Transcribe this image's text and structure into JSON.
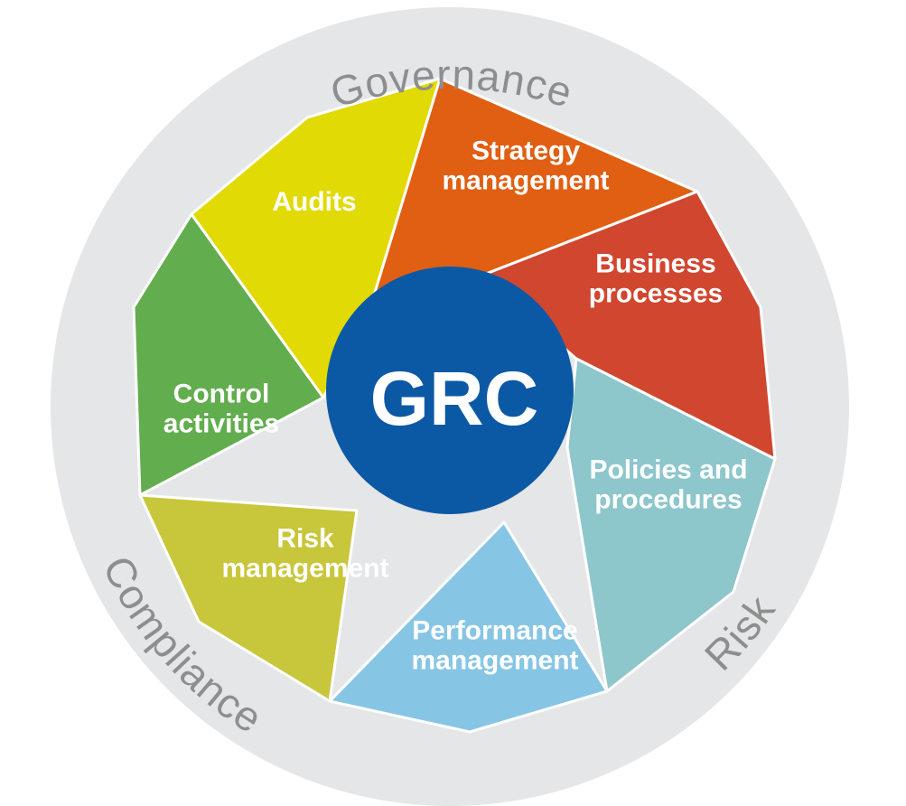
{
  "ring_labels": {
    "top": "Governance",
    "left": "Compliance",
    "right": "Risk"
  },
  "center": {
    "label": "GRC",
    "color": "#0B59A5"
  },
  "ring_color": "#E5E6E7",
  "segments": [
    {
      "lines": [
        "Strategy",
        "management"
      ],
      "color": "#E05F12"
    },
    {
      "lines": [
        "Business",
        "processes"
      ],
      "color": "#D1462F"
    },
    {
      "lines": [
        "Policies and",
        "procedures"
      ],
      "color": "#8DC6CB"
    },
    {
      "lines": [
        "Performance",
        "management"
      ],
      "color": "#87C5E5"
    },
    {
      "lines": [
        "Risk",
        "management"
      ],
      "color": "#C8C63A"
    },
    {
      "lines": [
        "Control",
        "activities"
      ],
      "color": "#62AD4E"
    },
    {
      "lines": [
        "Audits"
      ],
      "color": "#E1DA05"
    }
  ]
}
